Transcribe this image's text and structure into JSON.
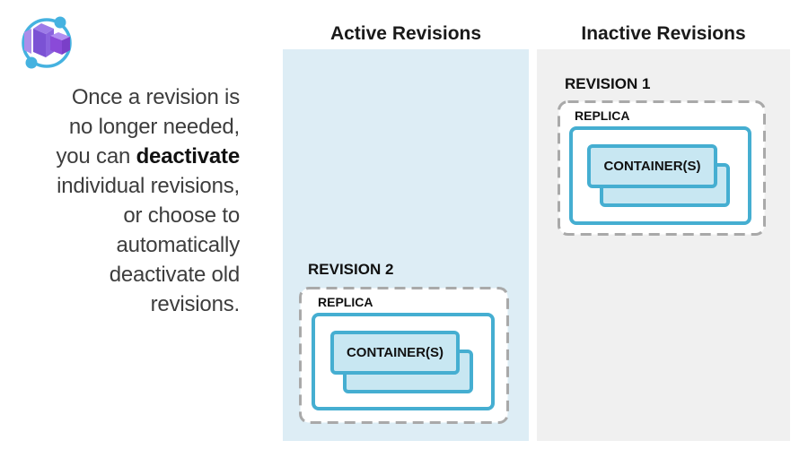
{
  "logo": {
    "name": "azure-container-apps-logo"
  },
  "paragraph": {
    "lines_before": [
      "Once a revision is",
      "no longer needed,"
    ],
    "mixed_line": {
      "prefix": "you can ",
      "bold": "deactivate"
    },
    "lines_after": [
      "individual revisions,",
      "or choose to",
      "automatically",
      "deactivate old",
      "revisions."
    ]
  },
  "active_column": {
    "title": "Active Revisions",
    "revision_label": "REVISION 2",
    "replica_label": "REPLICA",
    "container_label": "CONTAINER(S)"
  },
  "inactive_column": {
    "title": "Inactive Revisions",
    "revision_label": "REVISION 1",
    "replica_label": "REPLICA",
    "container_label": "CONTAINER(S)"
  },
  "colors": {
    "active-panel": "#ddedf5",
    "inactive-panel": "#f0f0f0",
    "box-border-blue": "#45aed1",
    "container-fill": "#c8e7f2",
    "dashed-border": "#a9a9a9",
    "text-dark": "#1a1a1a",
    "text-paragraph": "#3d3d3d",
    "logo-cyan": "#45b2e0",
    "logo-purple": "#7d55d6"
  }
}
